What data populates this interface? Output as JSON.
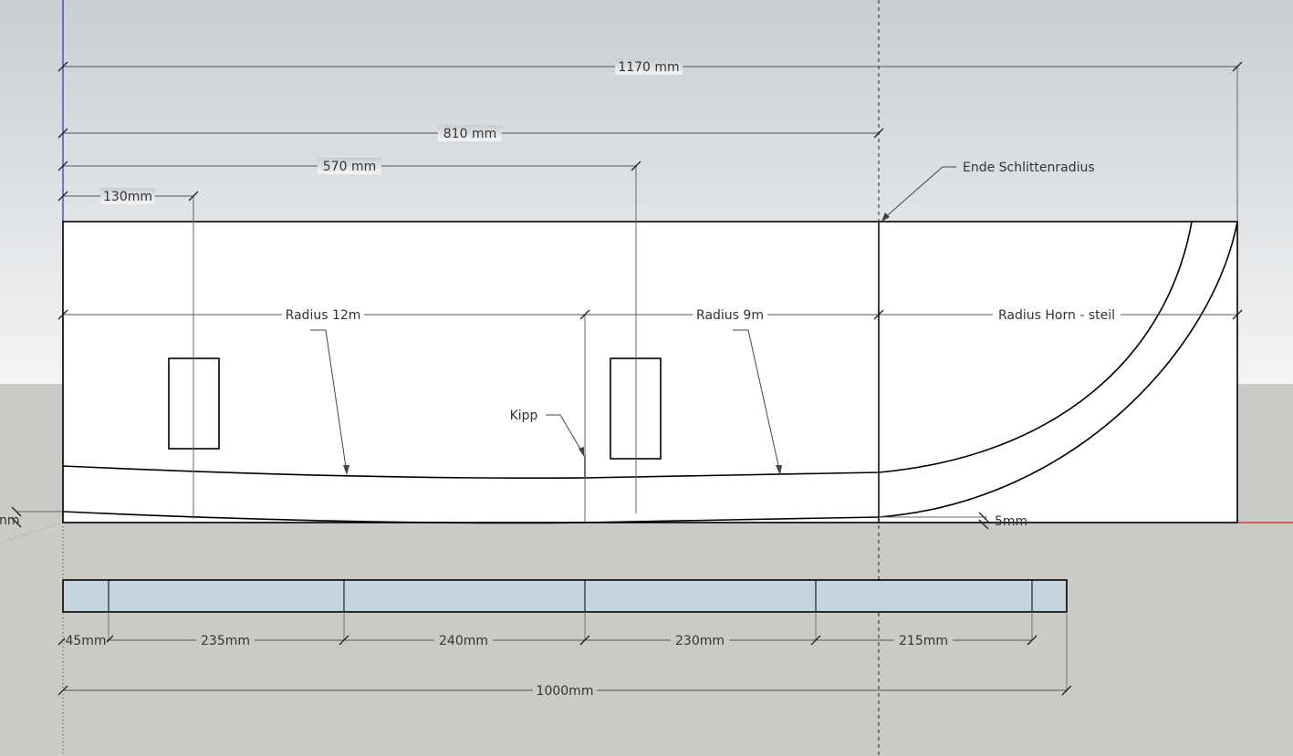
{
  "colors": {
    "sky_top": "#c9ced2",
    "sky_bottom": "#f3f4f5",
    "ground": "#cbcbc6",
    "panel": "#ffffff",
    "strip": "#c5d5e0",
    "axis_red": "#d42020",
    "axis_blue": "#2a2ad0",
    "line": "#000000",
    "dim_line": "#555555"
  },
  "dimensions": {
    "d1170": "1170 mm",
    "d810": "810 mm",
    "d570": "570 mm",
    "d130": "130mm",
    "d5": "5mm",
    "left_partial": "nm"
  },
  "callouts": {
    "ende": "Ende Schlittenradius",
    "kipp": "Kipp"
  },
  "sections": {
    "r12": "Radius 12m",
    "r9": "Radius 9m",
    "horn": "Radius Horn - steil"
  },
  "strip_dims": {
    "s45": "45mm",
    "s235": "235mm",
    "s240": "240mm",
    "s230": "230mm",
    "s215": "215mm",
    "total": "1000mm"
  }
}
